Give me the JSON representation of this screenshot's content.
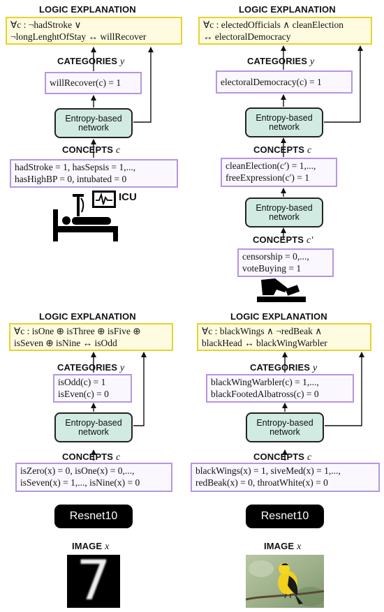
{
  "headers": {
    "logic": "LOGIC EXPLANATION",
    "categories": "CATEGORIES",
    "concepts": "CONCEPTS",
    "image": "IMAGE",
    "var_y": "y",
    "var_c": "c",
    "var_cprime": "c'",
    "var_x": "x"
  },
  "network_label": "Entropy-based network",
  "network_line1": "Entropy-based",
  "network_line2": "network",
  "resnet_label": "Resnet10",
  "panels": {
    "icu": {
      "logic_line1": "∀c : ¬hadStroke ∨",
      "logic_line2": "¬longLenghtOfStay ↔ willRecover",
      "category_line1": "willRecover(c) = 1",
      "concept_line1": "hadStroke = 1,  hasSepsis = 1,...,",
      "concept_line2": "hasHighBP = 0, intubated = 0",
      "icon_label": "ICU"
    },
    "vote": {
      "logic_line1": "∀c : electedOfficials ∧ cleanElection",
      "logic_line2": "↔ electoralDemocracy",
      "category_line1": "electoralDemocracy(c) = 1",
      "concept_line1": "cleanElection(c′) = 1,...,",
      "concept_line2": "freeExpression(c′) = 1",
      "input_line1": "censorship = 0,...,",
      "input_line2": "voteBuying = 1"
    },
    "mnist": {
      "logic_line1": "∀c : isOne ⊕ isThree ⊕ isFive ⊕",
      "logic_line2": "isSeven ⊕ isNine ↔ isOdd",
      "category_line1": "isOdd(c) = 1",
      "category_line2": "isEven(c) = 0",
      "concept_line1": "isZero(x) = 0, isOne(x) = 0,...,",
      "concept_line2": "isSeven(x) = 1,..., isNine(x) = 0",
      "digit": "7"
    },
    "bird": {
      "logic_line1": "∀c : blackWings ∧ ¬redBeak ∧",
      "logic_line2": "blackHead ↔ blackWingWarbler",
      "category_line1": "blackWingWarbler(c) = 1,...,",
      "category_line2": "blackFootedAlbatross(c) = 0",
      "concept_line1": "blackWings(x) = 1, siveMed(x) = 1,...,",
      "concept_line2": "redBeak(x) = 0, throatWhite(x) = 0"
    }
  },
  "colors": {
    "logic_border": "#e6d22e",
    "box_border": "#b596e0",
    "network_fill": "#d1ebe2",
    "resnet_fill": "#000000"
  }
}
